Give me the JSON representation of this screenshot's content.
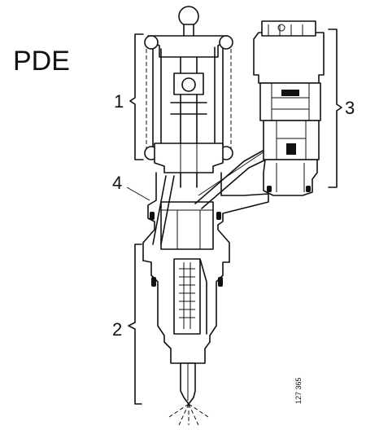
{
  "diagram": {
    "title": "PDE",
    "callouts": [
      "1",
      "2",
      "3",
      "4"
    ],
    "drawing_number": "127 365"
  }
}
